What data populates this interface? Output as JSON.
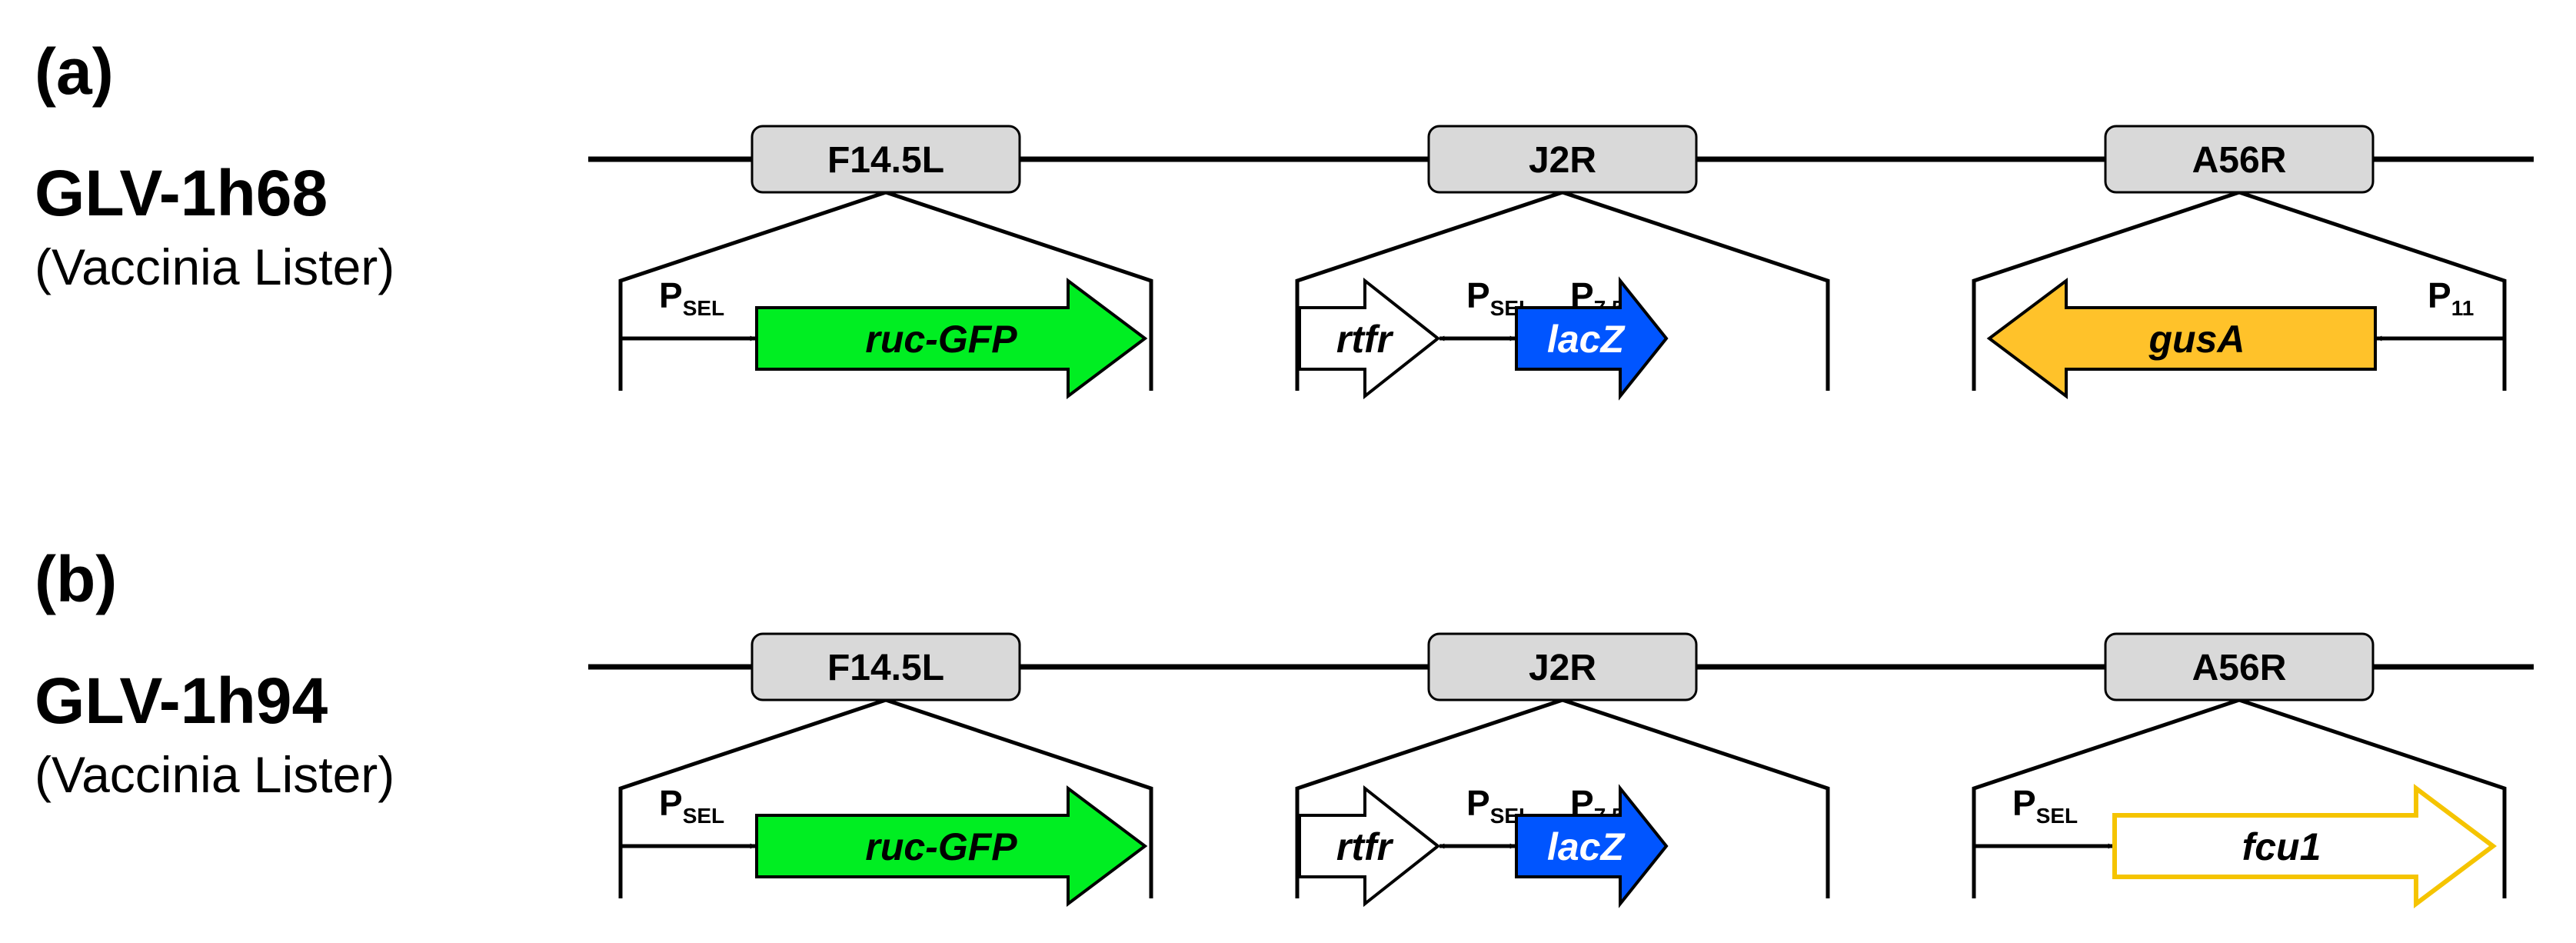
{
  "colors": {
    "line": "#000000",
    "locus_fill": "#d9d9d9",
    "gfp": "#00ee22",
    "lacz": "#0055ff",
    "gusa": "#ffc22a",
    "fcu1_outline": "#f5c400"
  },
  "panels": [
    {
      "label": "(a)",
      "strain": "GLV-1h68",
      "background": "(Vaccinia Lister)",
      "loci": [
        {
          "name": "F14.5L",
          "elements": [
            {
              "type": "promoter",
              "name": "P",
              "sub": "SEL"
            },
            {
              "type": "gene",
              "name": "ruc-GFP",
              "fill": "#00ee22",
              "text_color": "#000000",
              "direction": "right"
            }
          ]
        },
        {
          "name": "J2R",
          "elements": [
            {
              "type": "gene",
              "name": "rtfr",
              "fill": "#ffffff",
              "text_color": "#000000",
              "direction": "right"
            },
            {
              "type": "promoter",
              "name": "P",
              "sub": "SEL"
            },
            {
              "type": "promoter",
              "name": "P",
              "sub": "7.5"
            },
            {
              "type": "gene",
              "name": "lacZ",
              "fill": "#0055ff",
              "text_color": "#ffffff",
              "direction": "right"
            }
          ]
        },
        {
          "name": "A56R",
          "elements": [
            {
              "type": "gene",
              "name": "gusA",
              "fill": "#ffc22a",
              "text_color": "#000000",
              "direction": "left"
            },
            {
              "type": "promoter",
              "name": "P",
              "sub": "11"
            }
          ]
        }
      ]
    },
    {
      "label": "(b)",
      "strain": "GLV-1h94",
      "background": "(Vaccinia Lister)",
      "loci": [
        {
          "name": "F14.5L",
          "elements": [
            {
              "type": "promoter",
              "name": "P",
              "sub": "SEL"
            },
            {
              "type": "gene",
              "name": "ruc-GFP",
              "fill": "#00ee22",
              "text_color": "#000000",
              "direction": "right"
            }
          ]
        },
        {
          "name": "J2R",
          "elements": [
            {
              "type": "gene",
              "name": "rtfr",
              "fill": "#ffffff",
              "text_color": "#000000",
              "direction": "right"
            },
            {
              "type": "promoter",
              "name": "P",
              "sub": "SEL"
            },
            {
              "type": "promoter",
              "name": "P",
              "sub": "7.5"
            },
            {
              "type": "gene",
              "name": "lacZ",
              "fill": "#0055ff",
              "text_color": "#ffffff",
              "direction": "right"
            }
          ]
        },
        {
          "name": "A56R",
          "elements": [
            {
              "type": "promoter",
              "name": "P",
              "sub": "SEL"
            },
            {
              "type": "gene",
              "name": "fcu1",
              "fill": "#ffffff",
              "outline": "#f5c400",
              "text_color": "#000000",
              "direction": "right"
            }
          ]
        }
      ]
    }
  ]
}
